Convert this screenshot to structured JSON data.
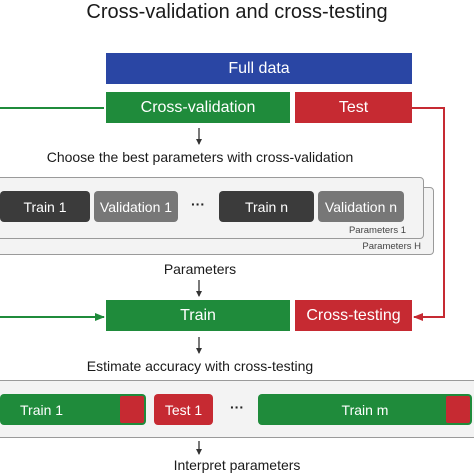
{
  "title": "Cross-validation and cross-testing",
  "split": {
    "full_data": "Full data",
    "cross_validation": "Cross-validation",
    "test": "Test"
  },
  "step1_label": "Choose the best parameters with cross-validation",
  "cv_panel": {
    "blocks": [
      "Train 1",
      "Validation 1",
      "···",
      "Train n",
      "Validation n"
    ],
    "front_caption": "Parameters 1",
    "back_caption": "Parameters H"
  },
  "parameters_label": "Parameters",
  "final": {
    "train": "Train",
    "cross_testing": "Cross-testing"
  },
  "step2_label": "Estimate accuracy with cross-testing",
  "ct_panel": {
    "blocks": [
      "Train 1",
      "Test 1",
      "···",
      "Train m"
    ]
  },
  "step3_label": "Interpret parameters",
  "colors": {
    "blue": "#2a46a4",
    "green": "#1f8b3b",
    "red": "#c62a32",
    "dark_gray": "#3b3b3b",
    "mid_gray": "#777777"
  }
}
